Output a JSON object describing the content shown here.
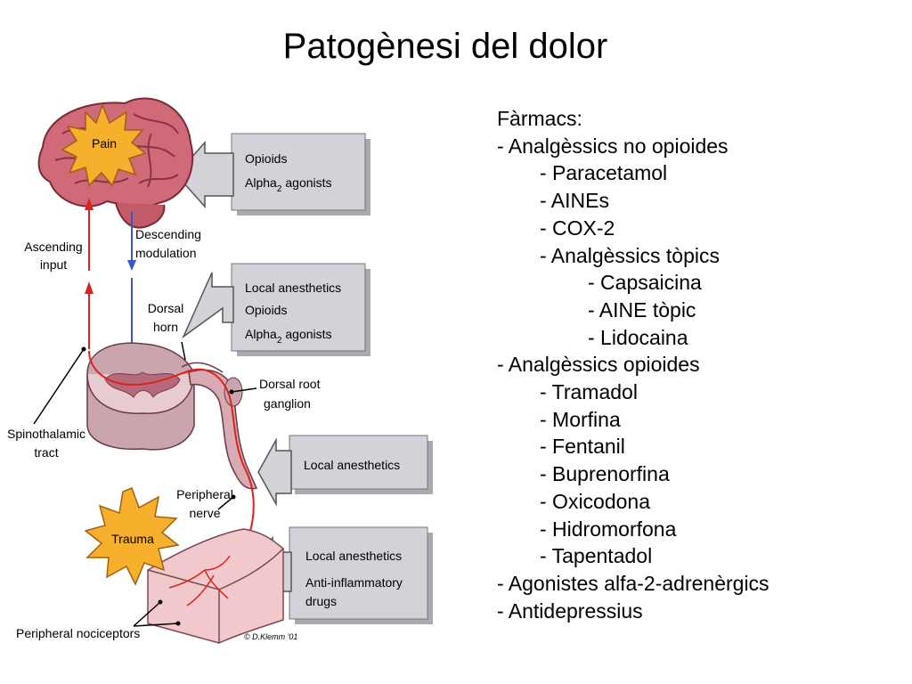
{
  "title": "Patogènesi del dolor",
  "diagram": {
    "burst_pain": "Pain",
    "burst_trauma": "Trauma",
    "box1": [
      "Opioids",
      "Alpha",
      "2",
      "agonists"
    ],
    "box2": [
      "Local anesthetics",
      "Opioids",
      "Alpha",
      "2",
      "agonists"
    ],
    "box3": [
      "Local anesthetics"
    ],
    "box4": [
      "Local anesthetics",
      "Anti-inflammatory",
      "drugs"
    ],
    "label_ascending": [
      "Ascending",
      "input"
    ],
    "label_descending": [
      "Descending",
      "modulation"
    ],
    "label_dorsal_horn": [
      "Dorsal",
      "horn"
    ],
    "label_dorsal_root": [
      "Dorsal root",
      "ganglion"
    ],
    "label_spinothalamic": [
      "Spinothalamic",
      "tract"
    ],
    "label_peripheral_nerve": [
      "Peripheral",
      "nerve"
    ],
    "label_nociceptors": "Peripheral nociceptors",
    "copyright": "© D.Klemm '01"
  },
  "drugs": {
    "heading": "Fàrmacs:",
    "items": [
      "-  Analgèssics no opioides",
      "-  Paracetamol",
      "-  AINEs",
      "-  COX-2",
      "-  Analgèssics tòpics",
      "-  Capsaicina",
      "-  AINE tòpic",
      "-  Lidocaina",
      "-  Analgèssics opioides",
      "-  Tramadol",
      "-  Morfina",
      "-  Fentanil",
      "-  Buprenorfina",
      "-  Oxicodona",
      "-  Hidromorfona",
      "-  Tapentadol",
      "-  Agonistes alfa-2-adrenèrgics",
      "-  Antidepressius"
    ]
  },
  "colors": {
    "pain_path": "#e0211b",
    "modulation_path": "#3a55c8",
    "burst": "#f7b02b",
    "box_fill": "#d2d2d8"
  }
}
